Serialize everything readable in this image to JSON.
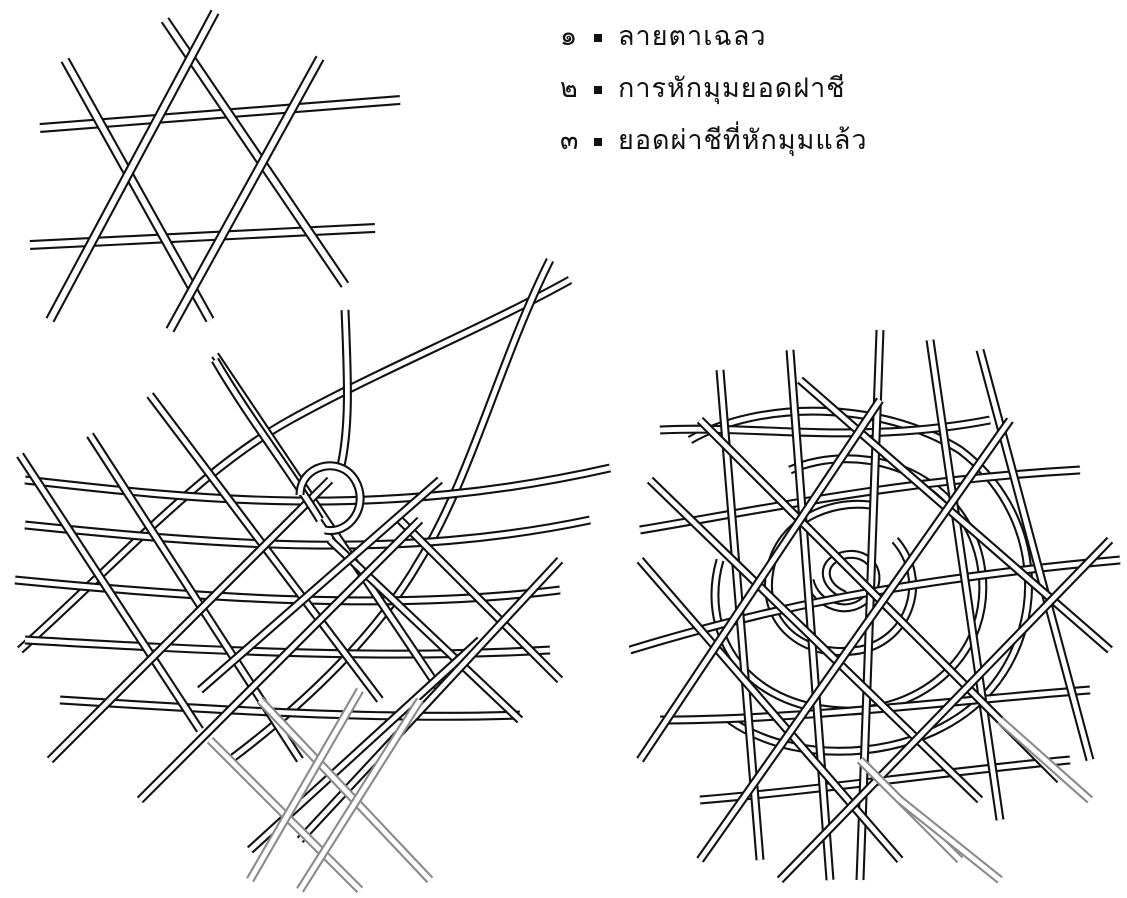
{
  "legend": {
    "items": [
      {
        "num": "๑",
        "label": "ลายตาเฉลว"
      },
      {
        "num": "๒",
        "label": "การหักมุมยอดฝาชี"
      },
      {
        "num": "๓",
        "label": "ยอดผ่าชีที่หักมุมแล้ว"
      }
    ]
  },
  "colors": {
    "stroke": "#111111",
    "background": "#ffffff",
    "faded": "#8a8a8a"
  },
  "figures": [
    {
      "id": "fig-1",
      "depicts": "hexagonal weave pattern"
    },
    {
      "id": "fig-2",
      "depicts": "corner-bend at lid apex"
    },
    {
      "id": "fig-3",
      "depicts": "apex with finished corner bend"
    }
  ]
}
